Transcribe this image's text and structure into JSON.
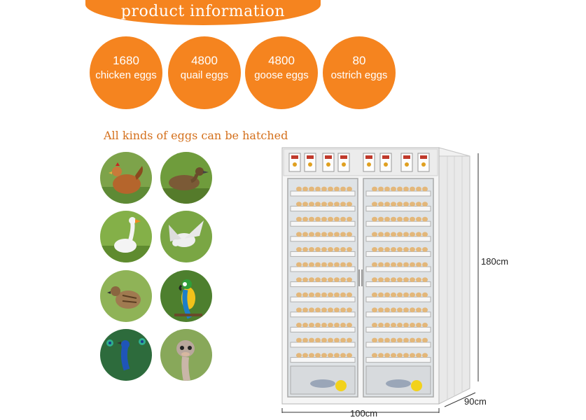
{
  "header": {
    "title": "product information"
  },
  "capacities": [
    {
      "count": "1680",
      "label": "chicken eggs"
    },
    {
      "count": "4800",
      "label": "quail eggs"
    },
    {
      "count": "4800",
      "label": "goose eggs"
    },
    {
      "count": "80",
      "label": "ostrich eggs"
    }
  ],
  "subtitle": "All kinds of eggs can be hatched",
  "birds": [
    "chicken",
    "duck",
    "goose",
    "pigeon",
    "quail",
    "parrot",
    "peacock",
    "ostrich"
  ],
  "dimensions": {
    "height": "180cm",
    "width": "100cm",
    "depth": "90cm"
  },
  "colors": {
    "accent": "#f5841f",
    "subtitle": "#d4701c"
  }
}
